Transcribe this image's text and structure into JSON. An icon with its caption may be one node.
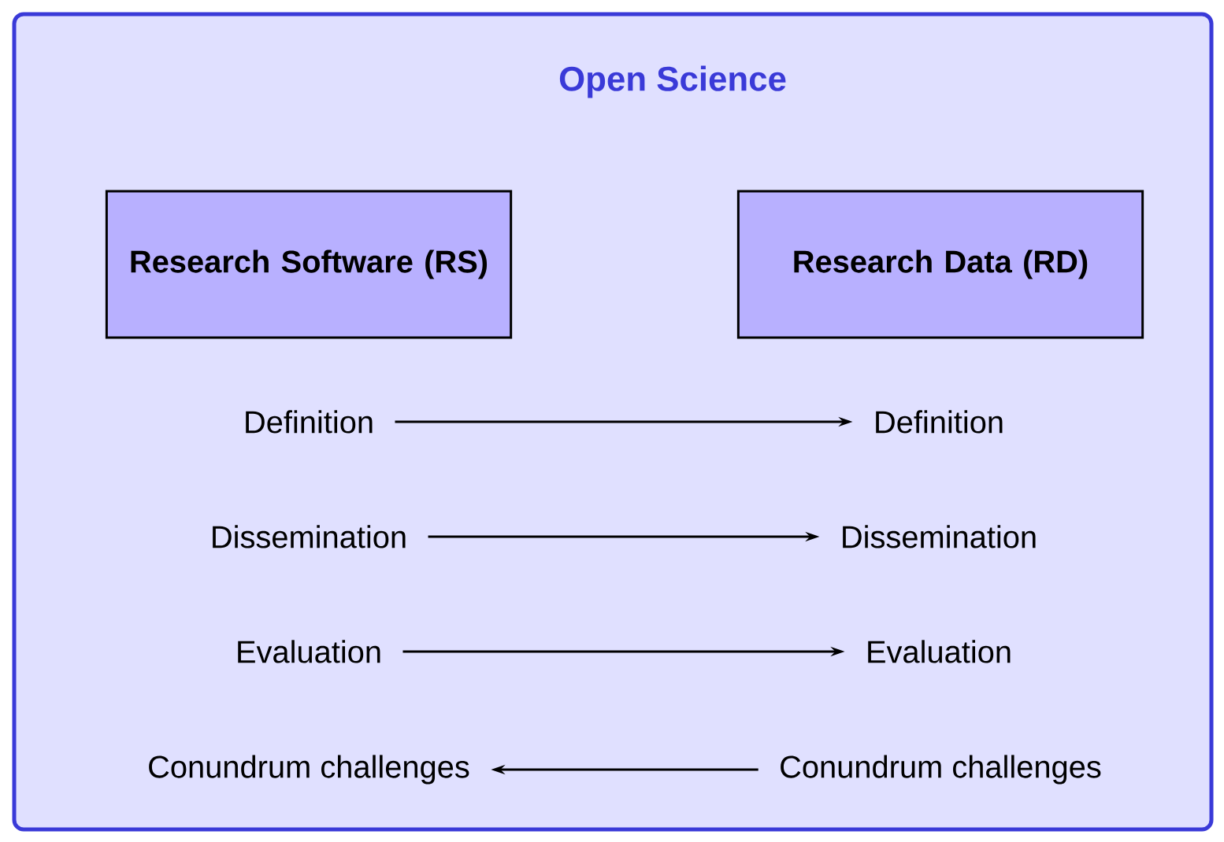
{
  "diagram": {
    "nodes": [
      {
        "text": [
          "Open Science"
        ]
      },
      {
        "text": [
          "Research Software (RS)"
        ],
        "in": 0
      },
      {
        "text": [
          "Research Data (RD)"
        ],
        "in": 0
      },
      {
        "text": [
          "Definition"
        ],
        "in": 0
      },
      {
        "text": [
          "Definition"
        ],
        "in": 0
      },
      {
        "text": [
          "Dissemination"
        ],
        "in": 0
      },
      {
        "text": [
          "Dissemination"
        ],
        "in": 0
      },
      {
        "text": [
          "Evaluation"
        ],
        "in": 0
      },
      {
        "text": [
          "Evaluation"
        ],
        "in": 0
      },
      {
        "text": [
          "Conundrum challenges"
        ],
        "in": 0
      },
      {
        "text": [
          "Conundrum challenges"
        ],
        "in": 0
      }
    ],
    "edges": [
      {
        "from": 3,
        "to": 4,
        "arrow": "to"
      },
      {
        "from": 5,
        "to": 6,
        "arrow": "to"
      },
      {
        "from": 7,
        "to": 8,
        "arrow": "to"
      },
      {
        "from": 10,
        "to": 9,
        "arrow": "to"
      }
    ]
  }
}
